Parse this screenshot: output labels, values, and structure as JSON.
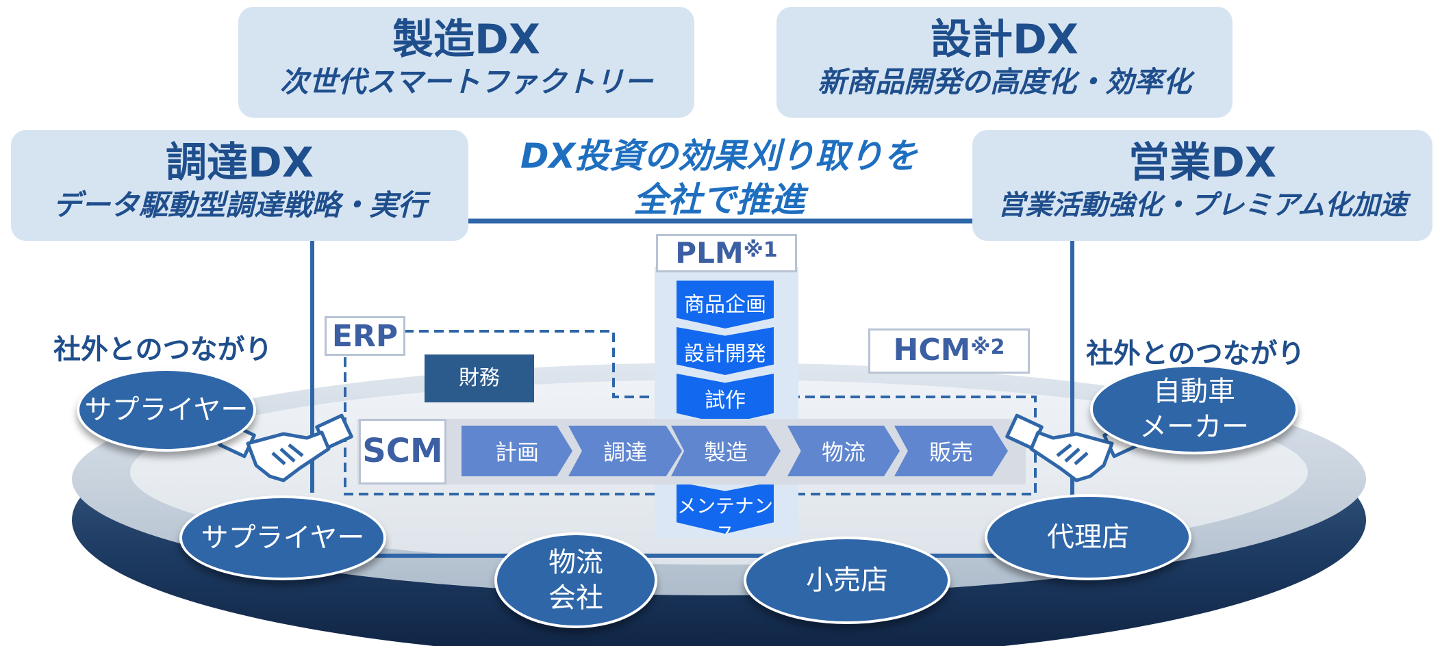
{
  "dx_boxes": {
    "manufacturing": {
      "title": "製造DX",
      "subtitle": "次世代スマートファクトリー"
    },
    "design": {
      "title": "設計DX",
      "subtitle": "新商品開発の高度化・効率化"
    },
    "procurement": {
      "title": "調達DX",
      "subtitle": "データ駆動型調達戦略・実行"
    },
    "sales": {
      "title": "営業DX",
      "subtitle": "営業活動強化・プレミアム化加速"
    }
  },
  "center_message": {
    "line1": "DX投資の効果刈り取りを",
    "line2": "全社で推進"
  },
  "plm": {
    "label": "PLM",
    "note": "※1",
    "steps": [
      "商品企画",
      "設計開発",
      "試作",
      "メンテナンス"
    ]
  },
  "erp": {
    "label": "ERP",
    "finance": "財務"
  },
  "hcm": {
    "label": "HCM",
    "note": "※2"
  },
  "scm": {
    "label": "SCM",
    "steps": [
      "計画",
      "調達",
      "製造",
      "物流",
      "販売"
    ]
  },
  "external_left": "社外とのつながり",
  "external_right": "社外とのつながり",
  "partners": {
    "supplier_top": "サプライヤー",
    "supplier_bottom": "サプライヤー",
    "logistics_line1": "物流",
    "logistics_line2": "会社",
    "retail": "小売店",
    "agency": "代理店",
    "automaker_line1": "自動車",
    "automaker_line2": "メーカー"
  },
  "colors": {
    "dx_box_bg": "#d6e4f2",
    "dx_text": "#1f4e8c",
    "center_text": "#1f6fc0",
    "plm_step": "#1268ee",
    "scm_chevron": "#5f86cf",
    "partner_oval": "#2f66a8",
    "finance_box": "#2b5a8c"
  }
}
